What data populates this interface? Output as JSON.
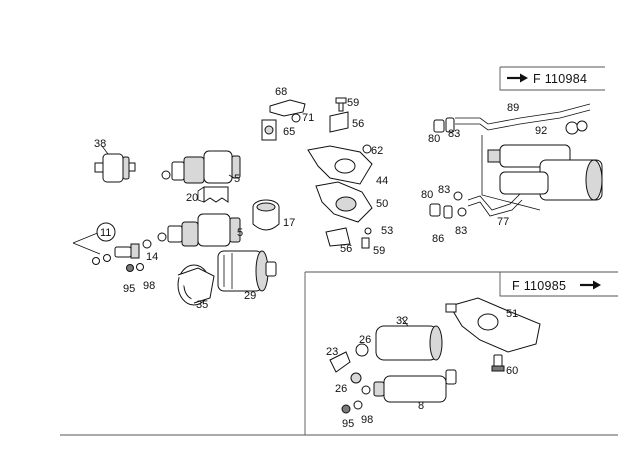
{
  "references": {
    "upper": "F 110984",
    "lower": "F 110985"
  },
  "callouts": {
    "c38": "38",
    "c5a": "5",
    "c20": "20",
    "c5b": "5",
    "c17": "17",
    "c11": "11",
    "c14": "14",
    "c95a": "95",
    "c98a": "98",
    "c35": "35",
    "c29": "29",
    "c68": "68",
    "c71": "71",
    "c65": "65",
    "c59a": "59",
    "c56a": "56",
    "c62": "62",
    "c44": "44",
    "c50": "50",
    "c53": "53",
    "c56b": "56",
    "c59b": "59",
    "c89": "89",
    "c80a": "80",
    "c83a": "83",
    "c92": "92",
    "c80b": "80",
    "c83b": "83",
    "c77": "77",
    "c86": "86",
    "c83c": "83",
    "c32": "32",
    "c51": "51",
    "c26a": "26",
    "c23": "23",
    "c26b": "26",
    "c60": "60",
    "c8": "8",
    "c95b": "95",
    "c98b": "98"
  }
}
